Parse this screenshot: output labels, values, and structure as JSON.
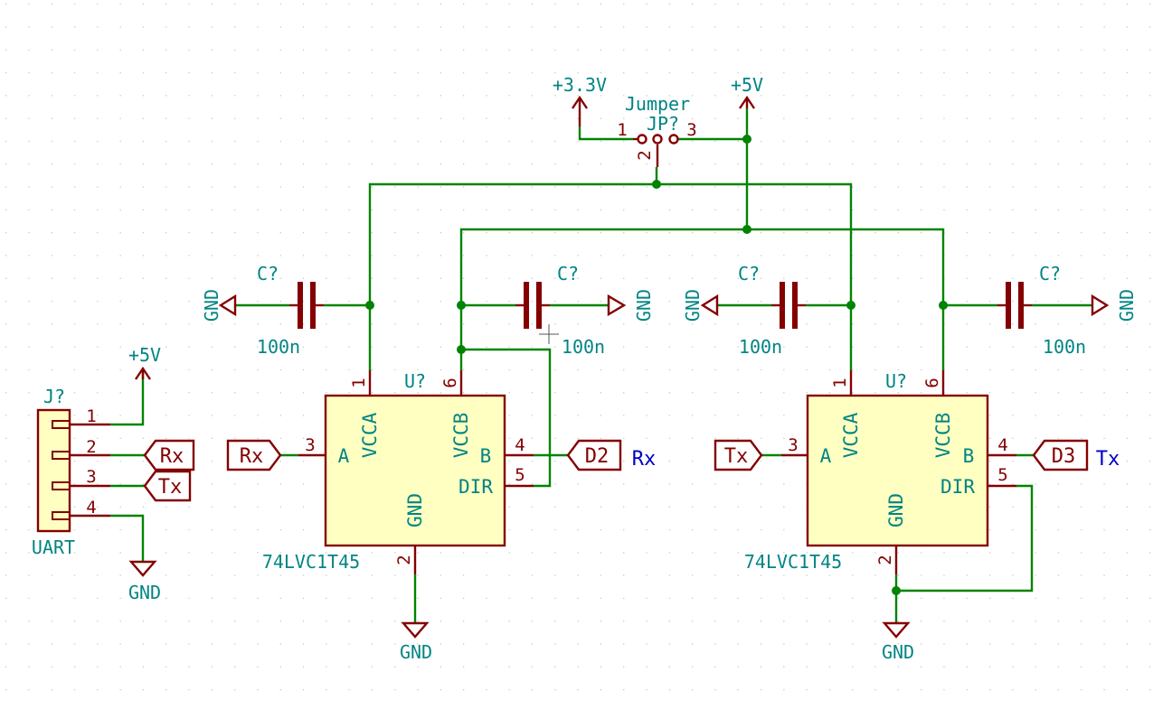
{
  "symbols": {
    "plus_3v3": "+3.3V",
    "plus_5v": "+5V",
    "gnd": "GND"
  },
  "jumper": {
    "value": "Jumper",
    "ref": "JP?",
    "pin1": "1",
    "pin2": "2",
    "pin3": "3"
  },
  "capacitors": [
    {
      "ref": "C?",
      "value": "100n"
    },
    {
      "ref": "C?",
      "value": "100n"
    },
    {
      "ref": "C?",
      "value": "100n"
    },
    {
      "ref": "C?",
      "value": "100n"
    }
  ],
  "connector": {
    "ref": "J?",
    "value": "UART",
    "pins": [
      "1",
      "2",
      "3",
      "4"
    ],
    "labels": [
      "Rx",
      "Tx"
    ]
  },
  "u1": {
    "ref": "U?",
    "value": "74LVC1T45",
    "pin_names": {
      "a": "A",
      "vcca": "VCCA",
      "vccb": "VCCB",
      "b": "B",
      "dir": "DIR",
      "gnd": "GND"
    },
    "pin_numbers": {
      "vcca": "1",
      "gnd": "2",
      "a": "3",
      "b": "4",
      "dir": "5",
      "vccb": "6"
    },
    "input_label": "Rx",
    "output_label": "D2",
    "note": "Rx"
  },
  "u2": {
    "ref": "U?",
    "value": "74LVC1T45",
    "pin_names": {
      "a": "A",
      "vcca": "VCCA",
      "vccb": "VCCB",
      "b": "B",
      "dir": "DIR",
      "gnd": "GND"
    },
    "pin_numbers": {
      "vcca": "1",
      "gnd": "2",
      "a": "3",
      "b": "4",
      "dir": "5",
      "vccb": "6"
    },
    "input_label": "Tx",
    "output_label": "D3",
    "note": "Tx"
  },
  "colors": {
    "wire": "#008400",
    "component": "#840000",
    "body_fill": "#ffffc2",
    "text": "#008484",
    "note": "#0000c8",
    "grid": "#c8c8c8"
  }
}
